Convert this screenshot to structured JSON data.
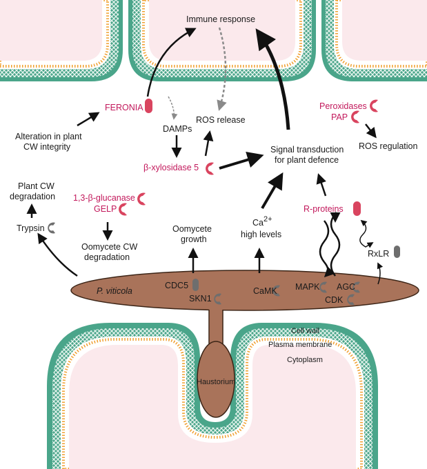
{
  "labels": {
    "immune_response": "Immune response",
    "feronia": "FERONIA",
    "alteration_1": "Alteration in plant",
    "alteration_2": "CW integrity",
    "damps": "DAMPs",
    "ros_release": "ROS release",
    "xylosidase": "β-xylosidase 5",
    "signal_1": "Signal transduction",
    "signal_2": "for plant defence",
    "peroxidases": "Peroxidases",
    "pap": "PAP",
    "ros_regulation": "ROS regulation",
    "plant_cw_deg_1": "Plant CW",
    "plant_cw_deg_2": "degradation",
    "glucanase": "1,3-β-glucanase",
    "gelp": "GELP",
    "trypsin": "Trypsin",
    "oomycete_cw_1": "Oomycete CW",
    "oomycete_cw_2": "degradation",
    "oomycete_growth_1": "Oomycete",
    "oomycete_growth_2": "growth",
    "ca_base": "Ca",
    "ca_sup": "2+",
    "ca_2": "high levels",
    "r_proteins": "R-proteins",
    "rxlr": "RxLR",
    "pathogen": "P. viticola",
    "cdc5": "CDC5",
    "skn1": "SKN1",
    "camk": "CaMK",
    "mapk": "MAPK",
    "agc": "AGC",
    "cdk": "CDK",
    "cell_wall": "Cell wall",
    "plasma_membrane": "Plasma membrane",
    "cytoplasm": "Cytoplasm",
    "haustorium": "Haustorium"
  },
  "colors": {
    "cell_wall": "#4aa58a",
    "membrane": "#f0a030",
    "cytoplasm": "#fbe9ec",
    "pathogen": "#a9735a",
    "pathogen_stroke": "#3b2416",
    "host_protein": "#d9445f",
    "pathogen_protein": "#6e6e6e",
    "highlight_text": "#c2185b",
    "arrow": "#111111",
    "grey_arrow": "#8a8a8a"
  }
}
